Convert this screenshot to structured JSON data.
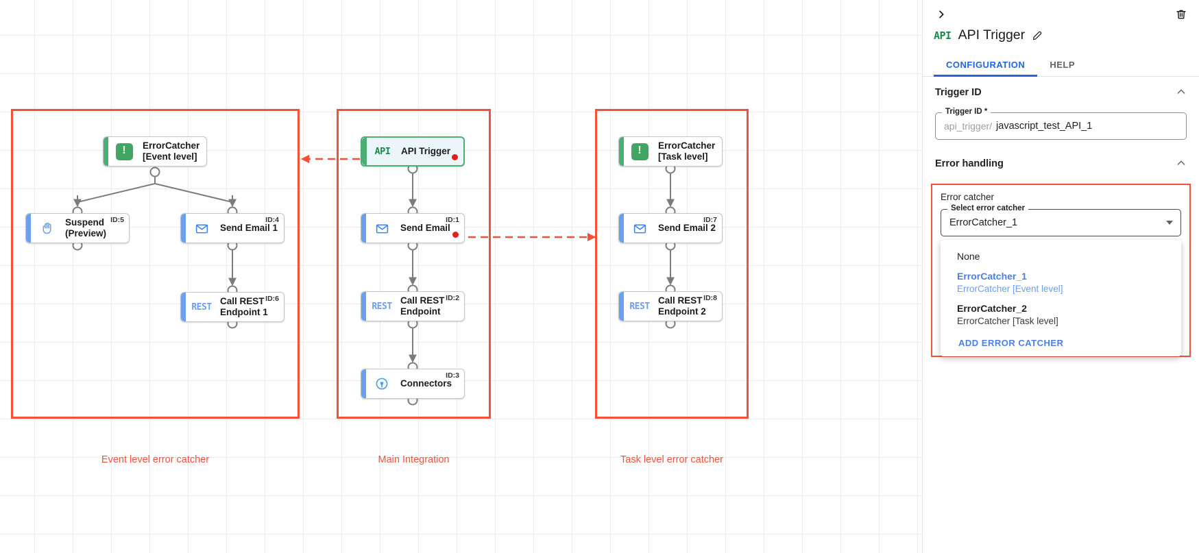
{
  "canvas": {
    "groups": [
      {
        "id": "event-level",
        "caption": "Event level error catcher"
      },
      {
        "id": "main-integration",
        "caption": "Main Integration"
      },
      {
        "id": "task-level",
        "caption": "Task level error catcher"
      }
    ],
    "nodes": {
      "error_catcher_event": {
        "label": "ErrorCatcher\n[Event level]",
        "id_label": "",
        "icon": "error-catcher-icon"
      },
      "suspend": {
        "label": "Suspend\n(Preview)",
        "id_label": "ID:5",
        "icon": "hand-icon"
      },
      "send_email_1": {
        "label": "Send Email 1",
        "id_label": "ID:4",
        "icon": "envelope-icon"
      },
      "call_rest_1": {
        "label": "Call REST\nEndpoint 1",
        "id_label": "ID:6",
        "icon": "rest-icon"
      },
      "api_trigger": {
        "label": "API Trigger",
        "id_label": "",
        "icon": "api-icon"
      },
      "send_email": {
        "label": "Send Email",
        "id_label": "ID:1",
        "icon": "envelope-icon"
      },
      "call_rest": {
        "label": "Call REST\nEndpoint",
        "id_label": "ID:2",
        "icon": "rest-icon"
      },
      "connectors": {
        "label": "Connectors",
        "id_label": "ID:3",
        "icon": "connector-plug-icon"
      },
      "error_catcher_task": {
        "label": "ErrorCatcher\n[Task level]",
        "id_label": "",
        "icon": "error-catcher-icon"
      },
      "send_email_2": {
        "label": "Send Email 2",
        "id_label": "ID:7",
        "icon": "envelope-icon"
      },
      "call_rest_2": {
        "label": "Call REST\nEndpoint 2",
        "id_label": "ID:8",
        "icon": "rest-icon"
      }
    },
    "colors": {
      "group_border": "#f4513b",
      "trigger_green": "#4caf72",
      "node_blue": "#6b9ff0",
      "error_dot": "#e0201b",
      "edge": "#7c7c7c"
    }
  },
  "panel": {
    "title": "API Trigger",
    "icon": "API",
    "tabs": [
      {
        "label": "CONFIGURATION",
        "active": true
      },
      {
        "label": "HELP",
        "active": false
      }
    ],
    "sections": {
      "trigger_id": {
        "title": "Trigger ID",
        "field_label": "Trigger ID *",
        "prefix": "api_trigger/",
        "value": "javascript_test_API_1"
      },
      "error_handling": {
        "title": "Error handling",
        "error_catcher_caption": "Error catcher",
        "select_label": "Select error catcher",
        "selected_value": "ErrorCatcher_1",
        "dropdown": {
          "options": [
            {
              "primary": "None",
              "secondary": "",
              "selected": false
            },
            {
              "primary": "ErrorCatcher_1",
              "secondary": "ErrorCatcher [Event level]",
              "selected": true
            },
            {
              "primary": "ErrorCatcher_2",
              "secondary": "ErrorCatcher [Task level]",
              "selected": false
            }
          ],
          "action_label": "ADD ERROR CATCHER"
        }
      }
    },
    "colors": {
      "accent": "#2266dd",
      "link": "#4a7fe8",
      "box_border": "#f4513b"
    }
  }
}
